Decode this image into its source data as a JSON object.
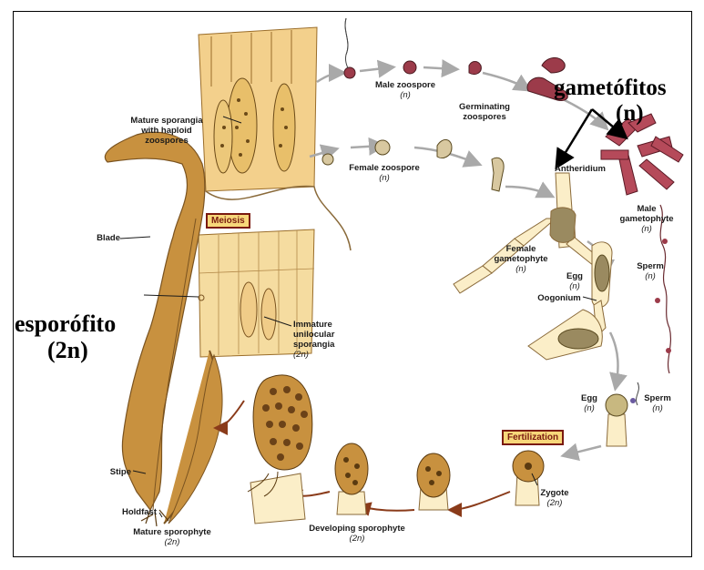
{
  "headline": {
    "gametophytes_title": "gametófitos",
    "gametophytes_ploidy": "(n)",
    "sporophyte_title": "esporófito",
    "sporophyte_ploidy": "(2n)"
  },
  "stages": {
    "meiosis": "Meiosis",
    "fertilization": "Fertilization"
  },
  "labels": {
    "mature_sporangia": [
      "Mature sporangia",
      "with haploid",
      "zoospores"
    ],
    "male_zoospore": "Male zoospore",
    "male_zoospore_ploidy": "(n)",
    "germinating_zoospores": [
      "Germinating",
      "zoospores"
    ],
    "female_zoospore": "Female zoospore",
    "female_zoospore_ploidy": "(n)",
    "antheridium": "Antheridium",
    "male_gametophyte": [
      "Male",
      "gametophyte"
    ],
    "male_gametophyte_ploidy": "(n)",
    "female_gametophyte": [
      "Female",
      "gametophyte"
    ],
    "female_gametophyte_ploidy": "(n)",
    "egg_top": "Egg",
    "egg_top_ploidy": "(n)",
    "oogonium": "Oogonium",
    "sperm_top": "Sperm",
    "sperm_top_ploidy": "(n)",
    "egg_bottom": "Egg",
    "egg_bottom_ploidy": "(n)",
    "sperm_bottom": "Sperm",
    "sperm_bottom_ploidy": "(n)",
    "zygote": "Zygote",
    "zygote_ploidy": "(2n)",
    "developing_sporophyte": "Developing sporophyte",
    "developing_sporophyte_ploidy": "(2n)",
    "mature_sporophyte": "Mature sporophyte",
    "mature_sporophyte_ploidy": "(2n)",
    "immature_sporangia": [
      "Immature",
      "unilocular",
      "sporangia"
    ],
    "immature_sporangia_ploidy": "(2n)",
    "blade": "Blade",
    "stipe": "Stipe",
    "holdfast": "Holdfast"
  },
  "colors": {
    "tissue": "#f3d08c",
    "tissue_dark": "#c99a4a",
    "kelp": "#c8913f",
    "kelp_dark": "#7a5320",
    "male": "#9c3b4a",
    "cycle_arrow": "#a9a9a9",
    "dev_arrow": "#8a3b1a"
  }
}
